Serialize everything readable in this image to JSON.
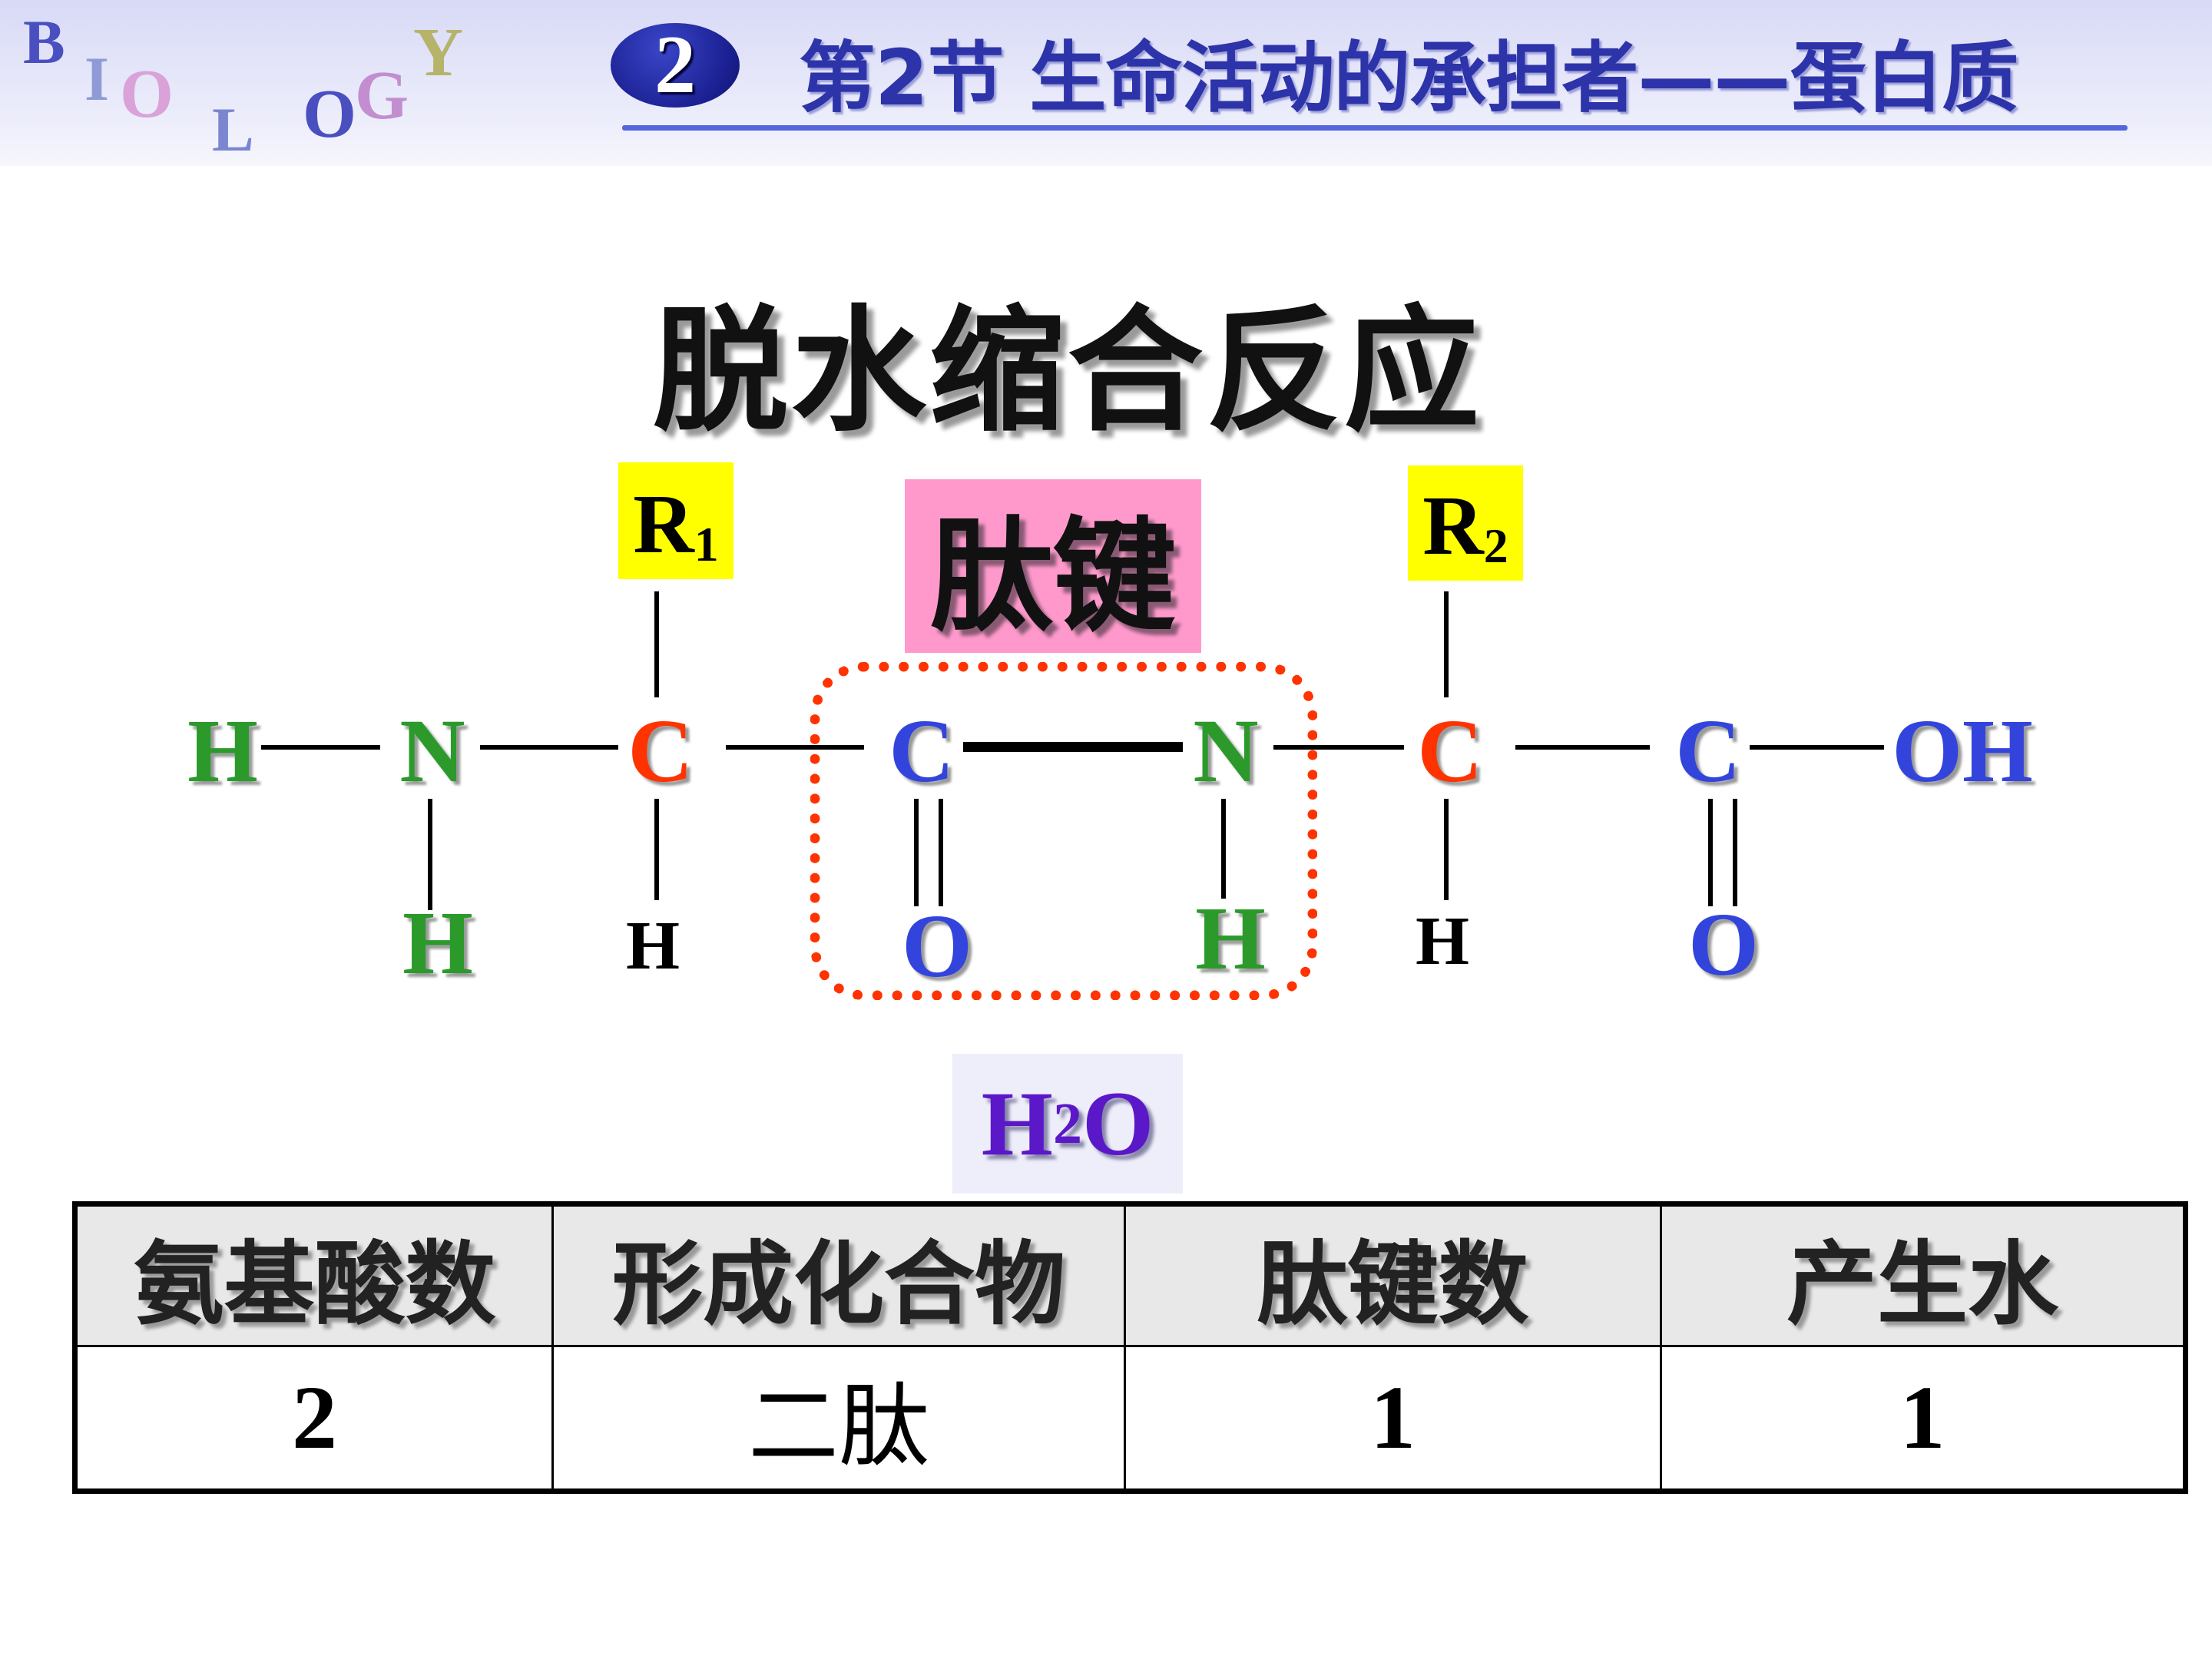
{
  "header": {
    "logo_letters": [
      "B",
      "I",
      "O",
      "L",
      "O",
      "G",
      "Y"
    ],
    "section_number": "2",
    "title": "第2节 生命活动的承担者——蛋白质"
  },
  "main_title": "脱水缩合反应",
  "labels": {
    "r1": "R",
    "r1_sub": "1",
    "r2": "R",
    "r2_sub": "2",
    "peptide_bond": "肽键",
    "water_h": "H",
    "water_sub": "2",
    "water_o": "O"
  },
  "atoms": {
    "h_left": "H",
    "n1": "N",
    "c_alpha1": "C",
    "c_carbonyl1": "C",
    "n2": "N",
    "c_alpha2": "C",
    "c_carbonyl2": "C",
    "oh": "OH",
    "h_n1": "H",
    "h_c1": "H",
    "o1": "O",
    "h_n2": "H",
    "h_c2": "H",
    "o2": "O"
  },
  "colors": {
    "amino_group": "#2b9a2b",
    "alpha_carbon": "#ff3300",
    "carboxyl_group": "#3344dd",
    "r_group_highlight": "#ffff00",
    "peptide_bond_highlight": "#ff99cc",
    "dashed_box": "#ff3300",
    "water": "#5a18c8"
  },
  "table": {
    "headers": [
      "氨基酸数",
      "形成化合物",
      "肽键数",
      "产生水"
    ],
    "rows": [
      [
        "2",
        "二肽",
        "1",
        "1"
      ]
    ]
  }
}
